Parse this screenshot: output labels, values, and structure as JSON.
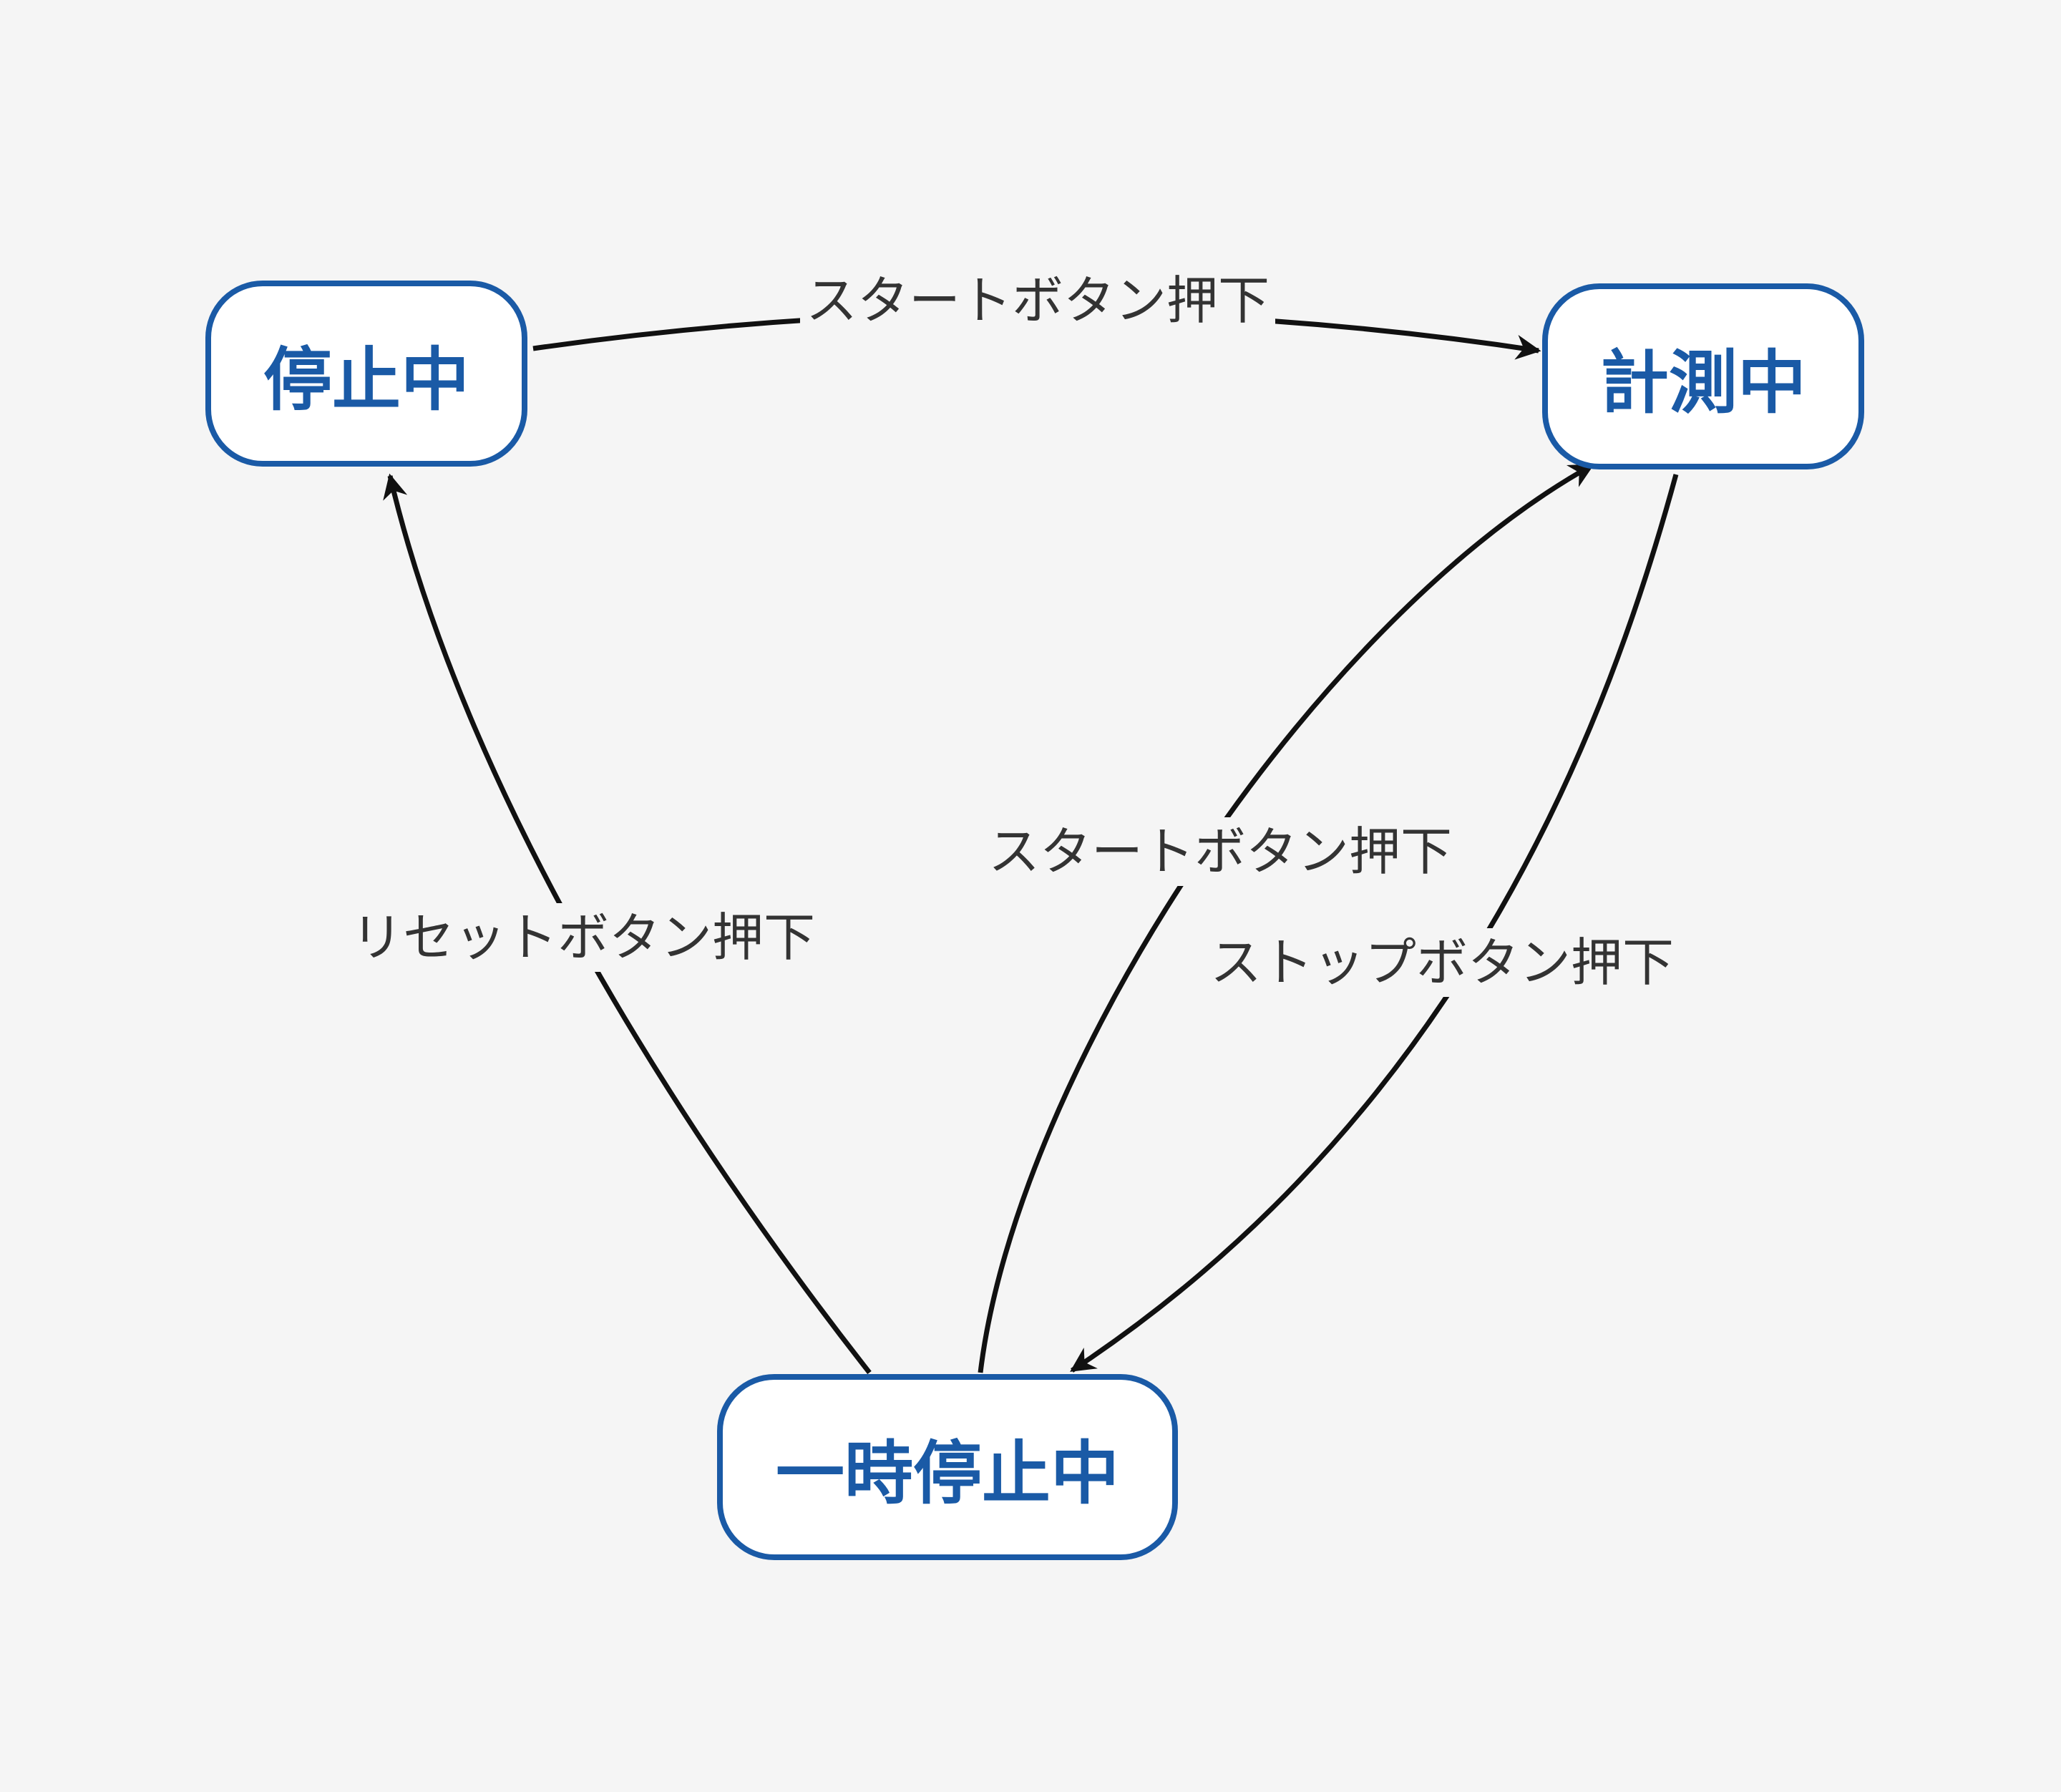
{
  "nodes": {
    "stopped": "停止中",
    "measuring": "計測中",
    "paused": "一時停止中"
  },
  "edges": {
    "start_from_stopped": "スタートボタン押下",
    "reset_from_paused": "リセットボタン押下",
    "start_from_paused": "スタートボタン押下",
    "stop_from_measuring": "ストップボタン押下"
  },
  "colors": {
    "background": "#f5f5f5",
    "node_border": "#1a5aa6",
    "node_text": "#1a5aa6",
    "edge": "#111111",
    "label_text": "#333333"
  }
}
